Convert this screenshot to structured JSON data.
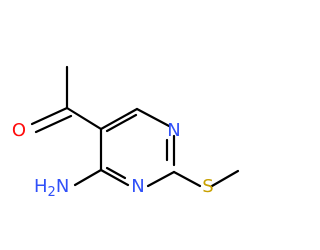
{
  "molecule": {
    "atoms": {
      "n_ring_top": "N",
      "n_ring_bottom": "N",
      "oxygen": "O",
      "sulfur": "S",
      "amino_main": "H",
      "amino_n": "N",
      "amino_sub": "2"
    },
    "colors": {
      "nitrogen": "#3050F8",
      "oxygen": "#FF0D0D",
      "sulfur": "#C8A000",
      "bond": "#000000"
    }
  }
}
